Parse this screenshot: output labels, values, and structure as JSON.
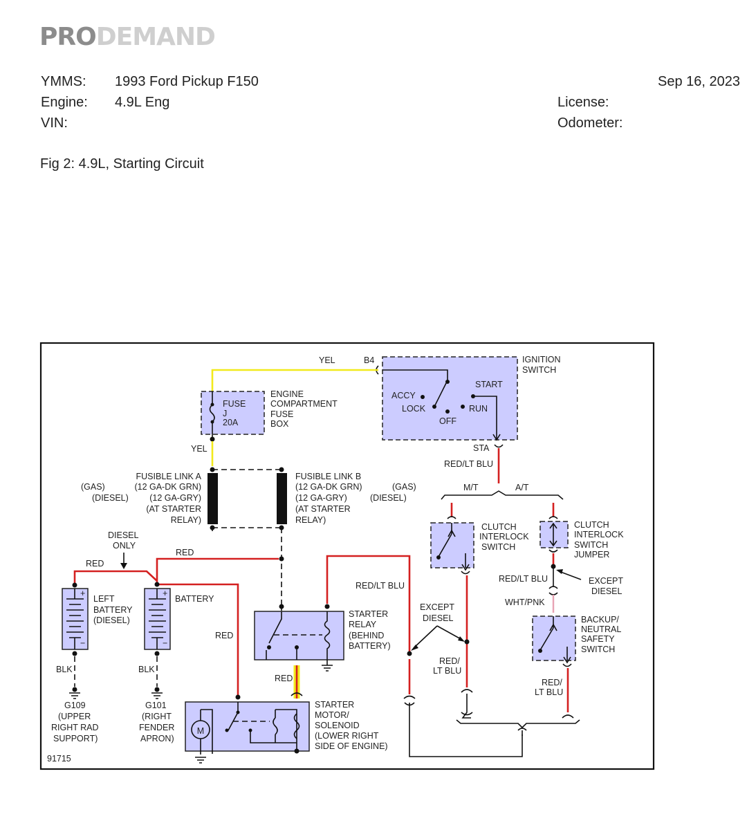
{
  "header": {
    "logo_part1": "PRO",
    "logo_part2": "DEMAND",
    "ymms_label": "YMMS:",
    "ymms_value": "1993 Ford Pickup F150",
    "date": "Sep 16, 2023",
    "engine_label": "Engine:",
    "engine_value": "4.9L Eng",
    "license_label": "License:",
    "vin_label": "VIN:",
    "odometer_label": "Odometer:",
    "figure_title": "Fig 2: 4.9L, Starting Circuit"
  },
  "diagram": {
    "ignition_switch": {
      "lines": [
        "IGNITION",
        "SWITCH"
      ],
      "b4": "B4",
      "accy": "ACCY",
      "lock": "LOCK",
      "off": "OFF",
      "start": "START",
      "run": "RUN",
      "sta": "STA"
    },
    "fuse_box": {
      "inner": [
        "FUSE",
        "J",
        "20A"
      ],
      "lines": [
        "ENGINE",
        "COMPARTMENT",
        "FUSE",
        "BOX"
      ]
    },
    "wires": {
      "yel_top": "YEL",
      "yel_left": "YEL",
      "red_lt_blu_top": "RED/LT BLU",
      "red_top": "RED",
      "red_left": "RED",
      "red_mid": "RED",
      "red_solenoid": "RED",
      "red_lt_blu_relay": "RED/LT BLU",
      "blk_left": "BLK",
      "blk_right": "BLK",
      "red_lt_blu_jumper": "RED/LT BLU",
      "wht_pnk": "WHT/PNK",
      "red_lt_blu_clutch": [
        "RED/",
        "LT BLU"
      ],
      "red_lt_blu_backup": [
        "RED/",
        "LT BLU"
      ]
    },
    "fusible_link_a": [
      "FUSIBLE LINK A",
      "(12 GA-DK GRN)",
      "(12 GA-GRY)",
      "(AT STARTER",
      "RELAY)"
    ],
    "fusible_link_b": [
      "FUSIBLE LINK B",
      "(12 GA-DK GRN)",
      "(12 GA-GRY)",
      "(AT STARTER",
      "RELAY)"
    ],
    "gas_label": "(GAS)",
    "diesel_label": "(DIESEL)",
    "diesel_only": [
      "DIESEL",
      "ONLY"
    ],
    "left_battery": [
      "LEFT",
      "BATTERY",
      "(DIESEL)"
    ],
    "battery": "BATTERY",
    "starter_relay": [
      "STARTER",
      "RELAY",
      "(BEHIND",
      "BATTERY)"
    ],
    "starter_motor": [
      "STARTER",
      "MOTOR/",
      "SOLENOID",
      "(LOWER RIGHT",
      "SIDE OF ENGINE)"
    ],
    "motor_symbol": "M",
    "g109": [
      "G109",
      "(UPPER",
      "RIGHT RAD",
      "SUPPORT)"
    ],
    "g101": [
      "G101",
      "(RIGHT",
      "FENDER",
      "APRON)"
    ],
    "mt": "M/T",
    "at": "A/T",
    "clutch_interlock_switch": [
      "CLUTCH",
      "INTERLOCK",
      "SWITCH"
    ],
    "clutch_interlock_jumper": [
      "CLUTCH",
      "INTERLOCK",
      "SWITCH",
      "JUMPER"
    ],
    "except_diesel_right": [
      "EXCEPT",
      "DIESEL"
    ],
    "except_diesel_left": [
      "EXCEPT",
      "DIESEL"
    ],
    "backup_switch": [
      "BACKUP/",
      "NEUTRAL",
      "SAFETY",
      "SWITCH"
    ],
    "figure_id": "91715"
  }
}
